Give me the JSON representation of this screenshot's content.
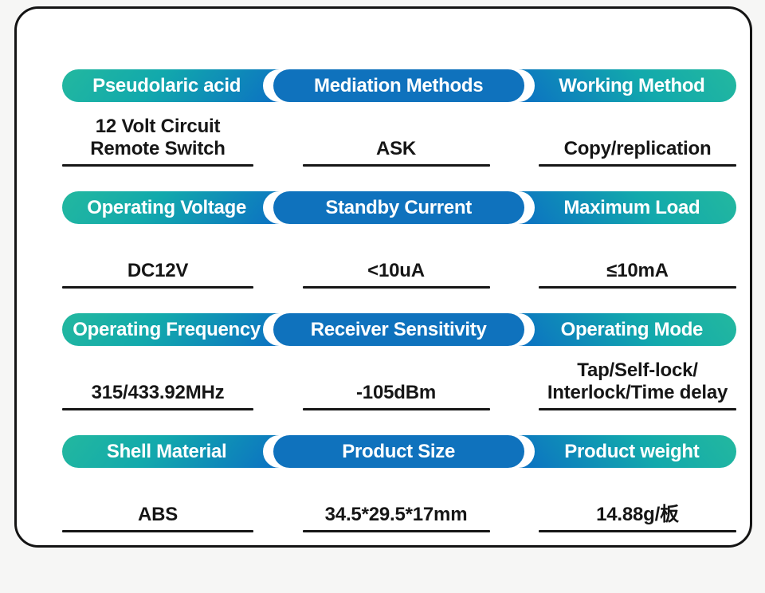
{
  "page": {
    "background": "#f6f6f5"
  },
  "card": {
    "background": "#ffffff",
    "border_color": "#141414"
  },
  "colors": {
    "pill_teal": "#23B89F",
    "pill_cyan": "#12A9AC",
    "pill_blue": "#0C73C2",
    "middle_pill_blue": "#0F72BD",
    "header_text": "#ffffff",
    "value_text": "#161616",
    "underline": "#161616"
  },
  "rows": [
    {
      "headers": [
        "Pseudolaric acid",
        "Mediation Methods",
        "Working Method"
      ],
      "values": [
        [
          "12 Volt Circuit",
          "Remote Switch"
        ],
        [
          "ASK"
        ],
        [
          "Copy/replication"
        ]
      ]
    },
    {
      "headers": [
        "Operating Voltage",
        "Standby Current",
        "Maximum Load"
      ],
      "values": [
        [
          "DC12V"
        ],
        [
          "<10uA"
        ],
        [
          "≤10mA"
        ]
      ]
    },
    {
      "headers": [
        "Operating Frequency",
        "Receiver Sensitivity",
        "Operating Mode"
      ],
      "values": [
        [
          "315/433.92MHz"
        ],
        [
          "-105dBm"
        ],
        [
          "Tap/Self-lock/",
          "Interlock/Time delay"
        ]
      ]
    },
    {
      "headers": [
        "Shell Material",
        "Product Size",
        "Product weight"
      ],
      "values": [
        [
          "ABS"
        ],
        [
          "34.5*29.5*17mm"
        ],
        [
          "14.88g/板"
        ]
      ]
    }
  ]
}
